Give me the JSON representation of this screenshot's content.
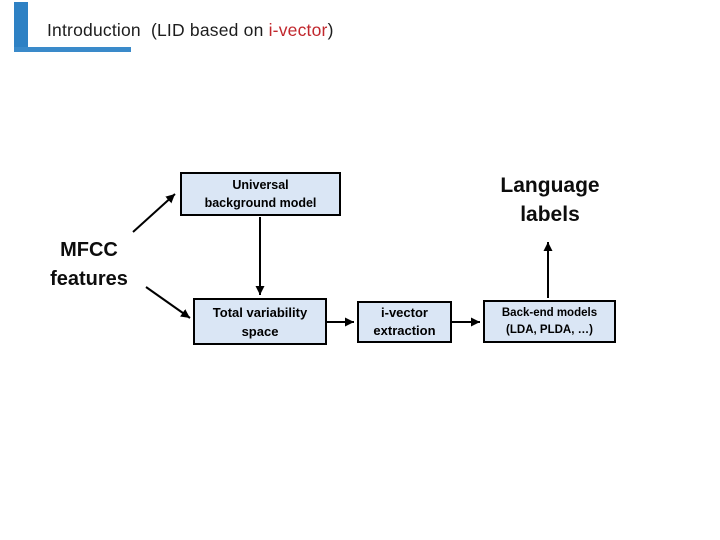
{
  "slide": {
    "title_prefix": "Introduction  (LID based on ",
    "title_highlight": "i-vector",
    "title_suffix": ")",
    "colors": {
      "accent_blue": "#2e81c4",
      "title_highlight_red": "#c1272d",
      "box_fill": "#dae6f5",
      "box_border": "#000000",
      "arrow_black": "#000000"
    }
  },
  "diagram": {
    "input_label": "MFCC features",
    "output_label": "Language labels",
    "boxes": {
      "ubm": {
        "line1": "Universal",
        "line2": "background model"
      },
      "total_variability": {
        "line1": "Total variability",
        "line2": "space"
      },
      "ivector_extraction": {
        "line1": "i-vector",
        "line2": "extraction"
      },
      "backend": {
        "line1": "Back-end models",
        "line2": "(LDA, PLDA, …)"
      }
    },
    "connections": [
      "mfcc-features -> universal-background-model",
      "mfcc-features -> total-variability-space",
      "universal-background-model -> total-variability-space",
      "total-variability-space -> i-vector-extraction",
      "i-vector-extraction -> back-end-models",
      "back-end-models -> language-labels"
    ]
  }
}
